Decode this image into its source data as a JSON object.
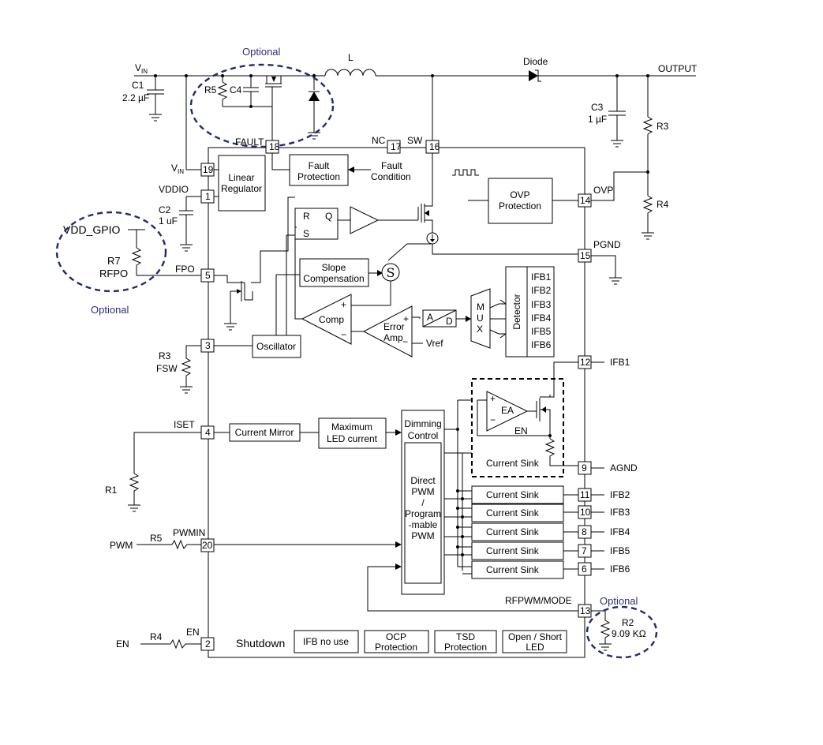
{
  "labels": {
    "vin": "V",
    "vin_sub": "IN",
    "vin_pin": "V",
    "vin_pin_sub": "IN",
    "c1": "C1",
    "c1_val": "2.2 µF",
    "r5_top": "R5",
    "c4": "C4",
    "l": "L",
    "diode": "Diode",
    "output": "OUTPUT",
    "c3": "C3",
    "c3_val": "1 µF",
    "r3_right": "R3",
    "r4_right": "R4",
    "fault": "FAULT",
    "nc": "NC",
    "sw": "SW",
    "vddio": "VDDIO",
    "c2": "C2",
    "c2_val": "1 uF",
    "vdd_gpio": "VDD_GPIO",
    "r7": "R7",
    "rfpo": "RFPO",
    "fpo": "FPO",
    "r3_left": "R3",
    "fsw": "FSW",
    "iset": "ISET",
    "r1": "R1",
    "pwm": "PWM",
    "r5_left": "R5",
    "pwmin": "PWMIN",
    "en_in": "EN",
    "r4_left": "R4",
    "en_pin": "EN",
    "shutdown": "Shutdown",
    "ovp": "OVP",
    "pgnd": "PGND",
    "ifb1_out": "IFB1",
    "agnd": "AGND",
    "ifb2_out": "IFB2",
    "ifb3_out": "IFB3",
    "ifb4_out": "IFB4",
    "ifb5_out": "IFB5",
    "ifb6_out": "IFB6",
    "rfpwm_mode": "RFPWM/MODE",
    "r2": "R2",
    "r2_val": "9.09 KΩ",
    "vref": "Vref",
    "en_ea": "EN",
    "ea": "EA",
    "r_lbl": "R",
    "q_lbl": "Q",
    "s_lbl": "S",
    "s_sum": "S",
    "a_lbl": "A",
    "d_lbl": "D",
    "fault_condition": [
      "Fault",
      "Condition"
    ],
    "plus": "+",
    "minus": "−",
    "optional": "Optional"
  },
  "blocks": {
    "linear_regulator": [
      "Linear",
      "Regulator"
    ],
    "fault_protection": [
      "Fault",
      "Protection"
    ],
    "ovp_protection": [
      "OVP",
      "Protection"
    ],
    "slope_compensation": [
      "Slope",
      "Compensation"
    ],
    "comp": "Comp",
    "error_amp": [
      "Error",
      "Amp"
    ],
    "mux": [
      "M",
      "U",
      "X"
    ],
    "detector": "Detector",
    "detector_ifb": [
      "IFB1",
      "IFB2",
      "IFB3",
      "IFB4",
      "IFB5",
      "IFB6"
    ],
    "oscillator": "Oscillator",
    "current_mirror": "Current Mirror",
    "max_led_current": [
      "Maximum",
      "LED current"
    ],
    "dimming_control": [
      "Dimming",
      "Control"
    ],
    "direct_pwm": [
      "Direct",
      "PWM",
      "/",
      "Program",
      "-mable",
      "PWM"
    ],
    "current_sink_ea": "Current Sink",
    "current_sinks": [
      "Current Sink",
      "Current Sink",
      "Current Sink",
      "Current Sink",
      "Current Sink"
    ],
    "ifb_no_use": "IFB no use",
    "ocp_protection": [
      "OCP",
      "Protection"
    ],
    "tsd_protection": [
      "TSD",
      "Protection"
    ],
    "open_short_led": [
      "Open / Short",
      "LED"
    ]
  },
  "pins": {
    "p18": "18",
    "p17": "17",
    "p16": "16",
    "p19": "19",
    "p1": "1",
    "p5": "5",
    "p3": "3",
    "p4": "4",
    "p20": "20",
    "p2": "2",
    "p14": "14",
    "p15": "15",
    "p12": "12",
    "p9": "9",
    "p11": "11",
    "p10": "10",
    "p8": "8",
    "p7": "7",
    "p6": "6",
    "p13": "13"
  }
}
